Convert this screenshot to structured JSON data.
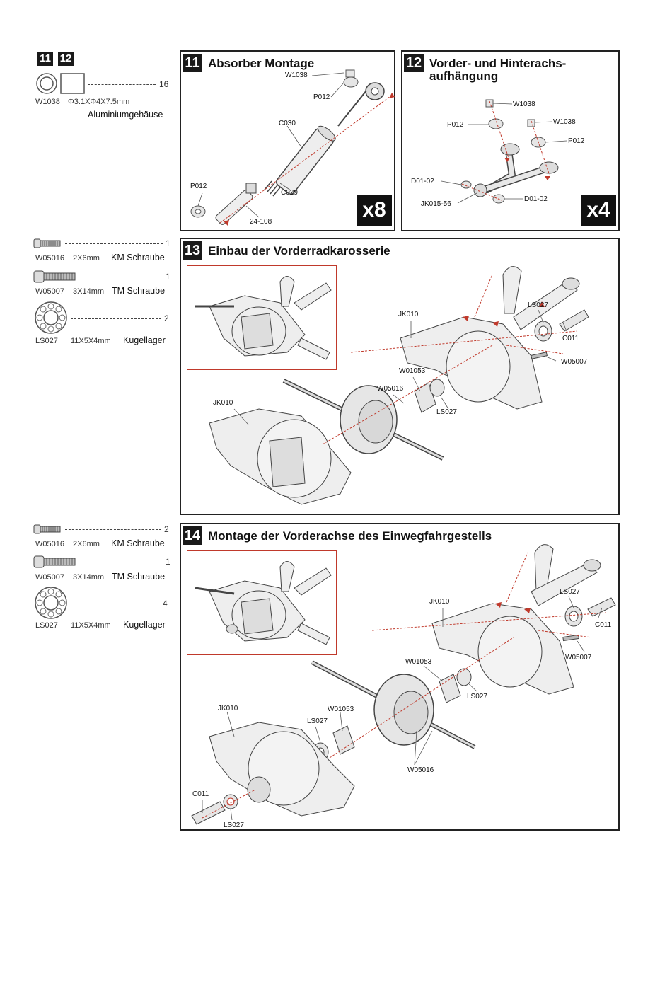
{
  "legend_top": {
    "badges": [
      "11",
      "12"
    ],
    "parts": [
      {
        "code": "W1038",
        "dims": "Φ3.1XΦ4X7.5mm",
        "desc": "Aluminiumgehäuse",
        "qty": "16"
      }
    ]
  },
  "step11": {
    "number": "11",
    "title": "Absorber Montage",
    "multiplier": "x8",
    "labels": [
      "W1038",
      "P012",
      "C030",
      "C029",
      "P012",
      "24-108"
    ]
  },
  "step12": {
    "number": "12",
    "title_line1": "Vorder- und Hinterachs-",
    "title_line2": "aufhängung",
    "multiplier": "x4",
    "labels": [
      "W1038",
      "W1038",
      "P012",
      "P012",
      "D01-02",
      "D01-02",
      "JK015-56"
    ]
  },
  "legend13": {
    "parts": [
      {
        "code": "W05016",
        "dims": "2X6mm",
        "desc": "KM Schraube",
        "qty": "1"
      },
      {
        "code": "W05007",
        "dims": "3X14mm",
        "desc": "TM Schraube",
        "qty": "1"
      },
      {
        "code": "LS027",
        "dims": "11X5X4mm",
        "desc": "Kugellager",
        "qty": "2"
      }
    ]
  },
  "step13": {
    "number": "13",
    "title": "Einbau der Vorderradkarosserie",
    "labels": [
      "JK010",
      "LS027",
      "C011",
      "W05007",
      "W01053",
      "W05016",
      "LS027",
      "JK010"
    ]
  },
  "legend14": {
    "parts": [
      {
        "code": "W05016",
        "dims": "2X6mm",
        "desc": "KM Schraube",
        "qty": "2"
      },
      {
        "code": "W05007",
        "dims": "3X14mm",
        "desc": "TM Schraube",
        "qty": "1"
      },
      {
        "code": "LS027",
        "dims": "11X5X4mm",
        "desc": "Kugellager",
        "qty": "4"
      }
    ]
  },
  "step14": {
    "number": "14",
    "title": "Montage der Vorderachse des Einwegfahrgestells",
    "labels": [
      "LS027",
      "JK010",
      "C011",
      "W05007",
      "W01053",
      "LS027",
      "JK010",
      "W01053",
      "LS027",
      "W05016",
      "C011",
      "LS027"
    ]
  },
  "colors": {
    "accent_red": "#c0392b",
    "badge": "#1a1a1a",
    "part_gray": "#e6e6e6"
  }
}
